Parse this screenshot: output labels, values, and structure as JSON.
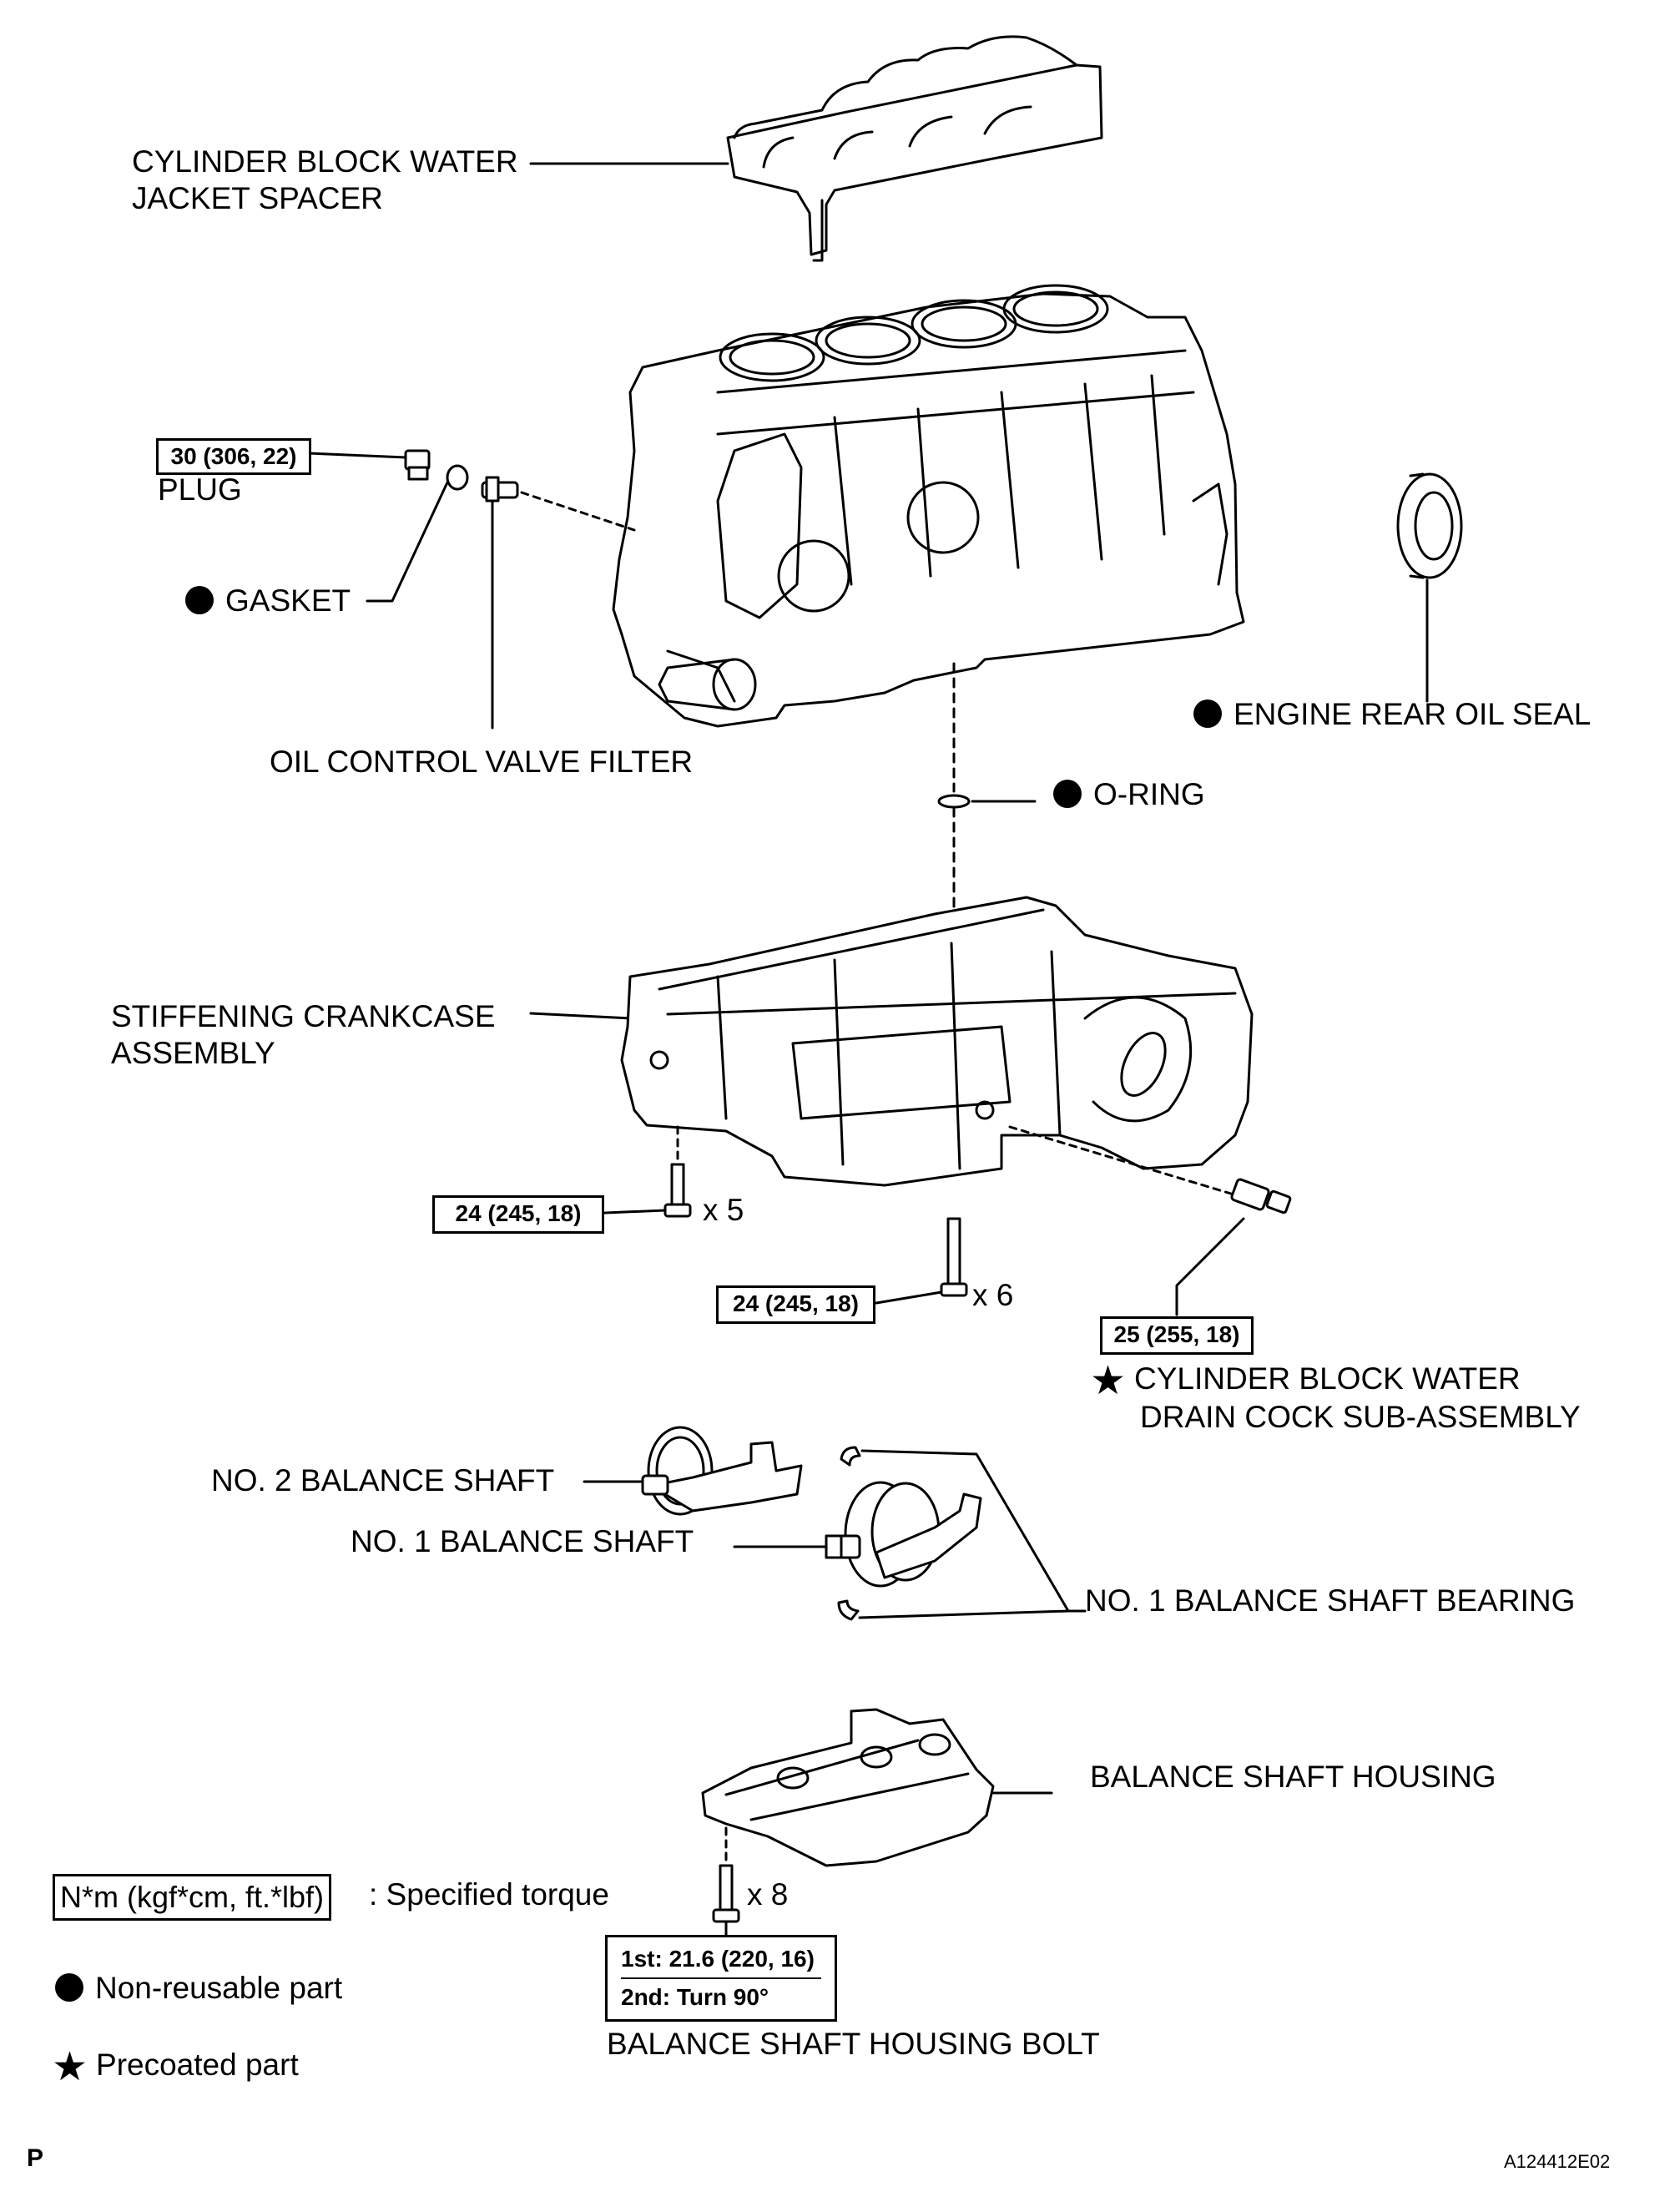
{
  "parts": {
    "water_jacket_spacer": [
      "CYLINDER BLOCK WATER",
      "JACKET SPACER"
    ],
    "plug": "PLUG",
    "gasket": "GASKET",
    "oil_control_valve_filter": "OIL CONTROL VALVE FILTER",
    "engine_rear_oil_seal": "ENGINE REAR OIL SEAL",
    "o_ring": "O-RING",
    "stiffening_crankcase": [
      "STIFFENING CRANKCASE",
      "ASSEMBLY"
    ],
    "drain_cock": [
      "CYLINDER BLOCK WATER",
      "DRAIN COCK SUB-ASSEMBLY"
    ],
    "no2_balance_shaft": "NO. 2 BALANCE SHAFT",
    "no1_balance_shaft": "NO. 1 BALANCE SHAFT",
    "no1_balance_shaft_bearing": "NO. 1 BALANCE SHAFT BEARING",
    "balance_shaft_housing": "BALANCE SHAFT HOUSING",
    "balance_shaft_housing_bolt": "BALANCE SHAFT HOUSING BOLT"
  },
  "torques": {
    "plug": "30 (306, 22)",
    "crankcase_bolts_a": "24 (245, 18)",
    "crankcase_bolts_b": "24 (245, 18)",
    "drain_cock": "25 (255, 18)",
    "housing_bolt_1st": "1st: 21.6 (220, 16)",
    "housing_bolt_2nd": "2nd: Turn 90°"
  },
  "quantities": {
    "crankcase_bolts_a": "x 5",
    "crankcase_bolts_b": "x 6",
    "housing_bolts": "x 8"
  },
  "legend": {
    "torque_unit": "N*m (kgf*cm, ft.*lbf)",
    "torque_desc": ": Specified torque",
    "non_reusable": "Non-reusable part",
    "precoated": "Precoated part"
  },
  "footer": {
    "left_code": "P",
    "figure_id": "A124412E02"
  },
  "icons": {
    "non_reusable_marker": "filled-circle-icon",
    "precoated_marker": "star-icon"
  }
}
